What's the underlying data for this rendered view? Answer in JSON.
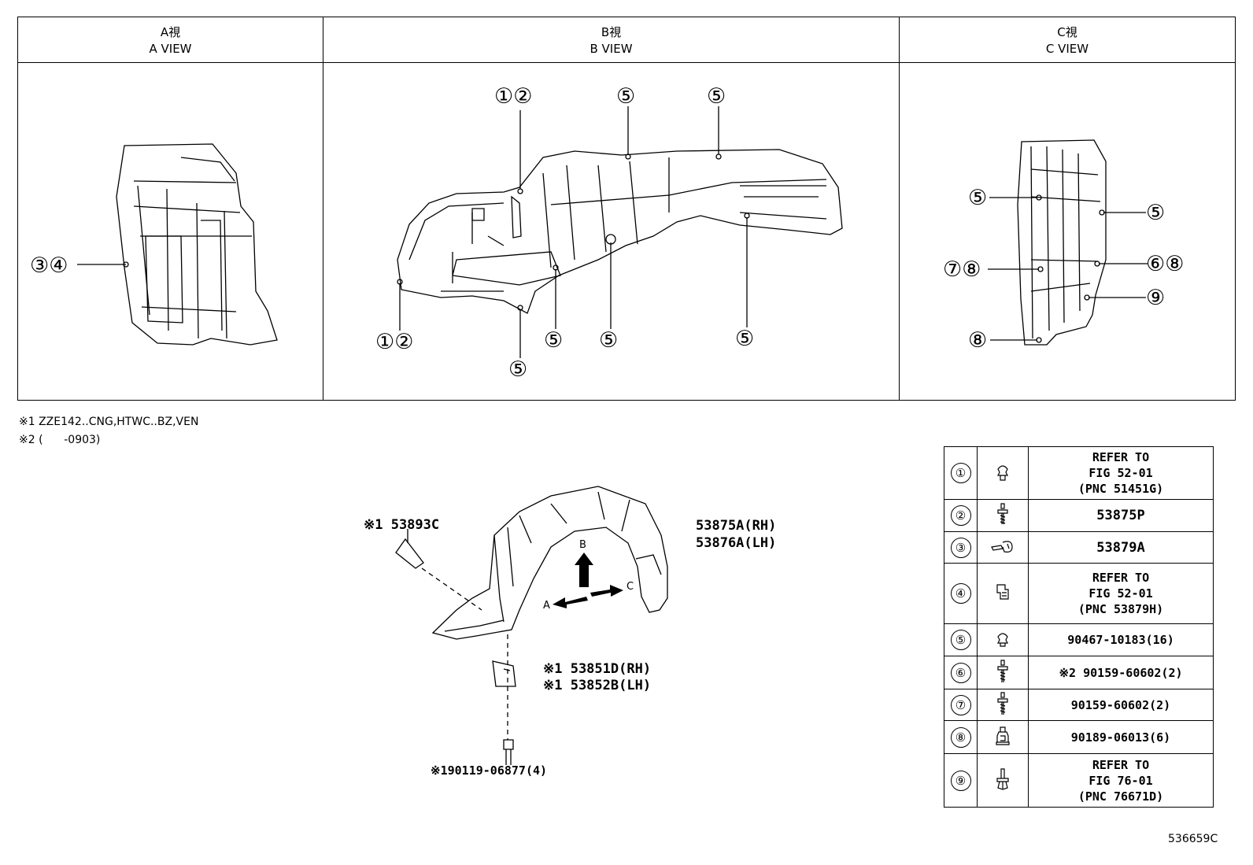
{
  "views": [
    {
      "jp": "A視",
      "en": "A VIEW"
    },
    {
      "jp": "B視",
      "en": "B VIEW"
    },
    {
      "jp": "C視",
      "en": "C VIEW"
    }
  ],
  "callouts": {
    "a": {
      "c1": "③④"
    },
    "b": {
      "top_12": "①②",
      "top_5a": "⑤",
      "top_5b": "⑤",
      "bot_12": "①②",
      "bot_5a": "⑤",
      "bot_5b": "⑤",
      "bot_5c": "⑤",
      "bot_5d": "⑤"
    },
    "c": {
      "l5": "⑤",
      "r5": "⑤",
      "l78": "⑦⑧",
      "r68": "⑥⑧",
      "r9": "⑨",
      "l8": "⑧"
    }
  },
  "notes": {
    "n1": "※1 ZZE142..CNG,HTWC..BZ,VEN",
    "n2": "※2 (      -0903)"
  },
  "parts": {
    "p53893c": "※1 53893C",
    "p53875a": "53875A(RH)",
    "p53876a": "53876A(LH)",
    "p53851d": "※1 53851D(RH)",
    "p53852b": "※1 53852B(LH)",
    "p90119": "※190119-06877(4)",
    "arrow_a": "A",
    "arrow_b": "B",
    "arrow_c": "C"
  },
  "legend": [
    {
      "num": "①",
      "icon": "clip-icon",
      "lines": [
        "REFER TO",
        "FIG 52-01",
        "(PNC 51451G)"
      ]
    },
    {
      "num": "②",
      "icon": "screw-icon",
      "lines": [
        "53875P"
      ]
    },
    {
      "num": "③",
      "icon": "clamp-icon",
      "lines": [
        "53879A"
      ]
    },
    {
      "num": "④",
      "icon": "retainer-icon",
      "lines": [
        "REFER TO",
        "FIG 52-01",
        "(PNC 53879H)"
      ]
    },
    {
      "num": "⑤",
      "icon": "clip-icon",
      "lines": [
        "90467-10183(16)"
      ]
    },
    {
      "num": "⑥",
      "icon": "screw-icon",
      "lines": [
        "※2 90159-60602(2)"
      ]
    },
    {
      "num": "⑦",
      "icon": "screw-icon",
      "lines": [
        "90159-60602(2)"
      ]
    },
    {
      "num": "⑧",
      "icon": "nut-icon",
      "lines": [
        "90189-06013(6)"
      ]
    },
    {
      "num": "⑨",
      "icon": "push-clip-icon",
      "lines": [
        "REFER TO",
        "FIG 76-01",
        "(PNC 76671D)"
      ]
    }
  ],
  "figure_id": "536659C"
}
